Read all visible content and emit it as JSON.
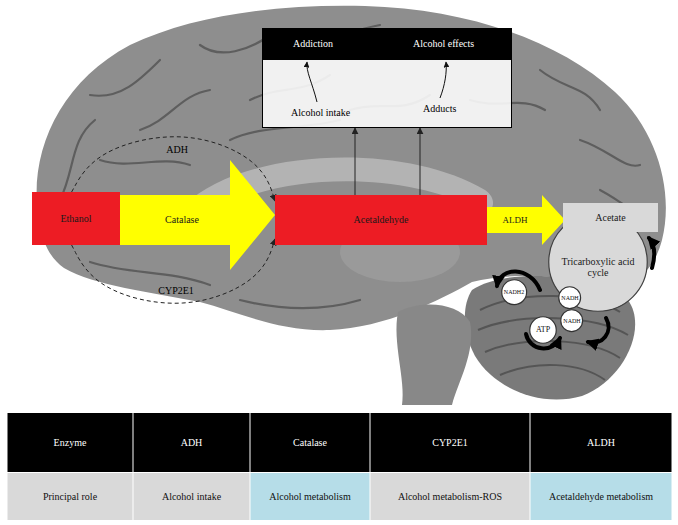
{
  "diagram": {
    "nodes": [
      {
        "text": [
          "Addiction",
          "Alcohol effects",
          "Alcohol intake",
          "Adducts"
        ]
      },
      {
        "text": [
          "Ethanol"
        ]
      },
      {
        "text": [
          "Catalase"
        ]
      },
      {
        "text": [
          "Acetaldehyde"
        ]
      },
      {
        "text": [
          "ALDH"
        ]
      },
      {
        "text": [
          "Acetate"
        ]
      },
      {
        "text": [
          "Tricarboxylic acid cycle"
        ]
      },
      {
        "text": [
          "NADH2"
        ]
      },
      {
        "text": [
          "NADH"
        ]
      },
      {
        "text": [
          "NADH"
        ]
      },
      {
        "text": [
          "ATP"
        ]
      }
    ],
    "edges": [
      {
        "from": 1,
        "to": 3,
        "label": "ADH",
        "arrow": "to"
      },
      {
        "from": 1,
        "to": 3,
        "label": "CYP2E1",
        "arrow": "to"
      },
      {
        "from": 3,
        "to": 0,
        "arrow": "to"
      },
      {
        "from": 3,
        "to": 0,
        "arrow": "to"
      }
    ],
    "labels": [
      "Enzyme",
      "ADH",
      "Catalase",
      "CYP2E1",
      "ALDH",
      "Principal role",
      "Alcohol intake",
      "Alcohol metabolism",
      "Alcohol metabolism-ROS",
      "Acetaldehyde metabolism"
    ]
  }
}
